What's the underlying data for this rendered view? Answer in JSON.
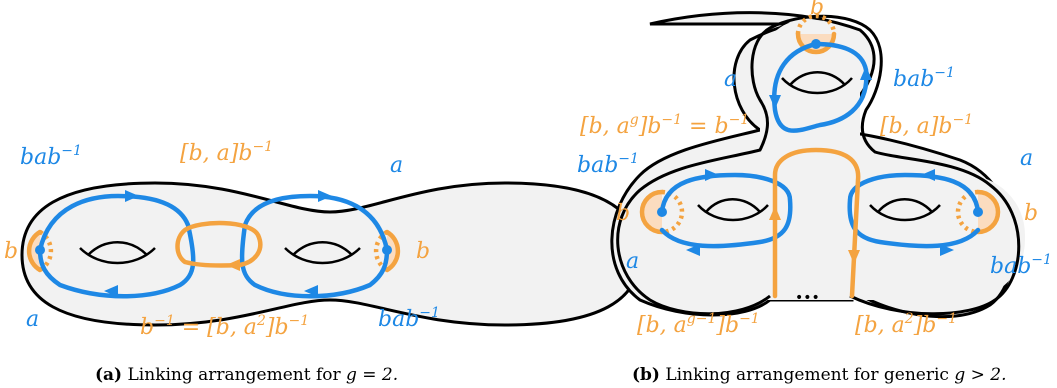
{
  "panel_a": {
    "labels": {
      "bab_top_left": "bab",
      "bab_top_left_exp": "−1",
      "a_top_right": "a",
      "comm_top": "[b, a]b",
      "comm_top_exp": "−1",
      "b_left": "b",
      "b_right": "b",
      "a_bottom_left": "a",
      "bottom_eq_lhs": "b",
      "bottom_eq_lhs_exp": "−1",
      "bottom_eq_rhs": " = [b, a",
      "bottom_eq_rhs_exp": "2",
      "bottom_eq_tail": "]b",
      "bottom_eq_tail_exp": "−1",
      "bab_bottom_right": "bab",
      "bab_bottom_right_exp": "−1"
    },
    "caption_tag": "(a)",
    "caption_text": " Linking arrangement for ",
    "caption_math": "g = 2."
  },
  "panel_b": {
    "labels": {
      "b_top": "b",
      "a_upper_left": "a",
      "bab_upper_right": "bab",
      "bab_upper_right_exp": "−1",
      "comm_g_left": "[b, a",
      "comm_g_left_sup": "g",
      "comm_g_left_tail": "]b",
      "comm_g_left_exp": "−1",
      "comm_g_left_rhs": " = b",
      "comm_g_left_rhs_exp": "−1",
      "comm_right": "[b, a]b",
      "comm_right_exp": "−1",
      "bab_left": "bab",
      "bab_left_exp": "−1",
      "a_right": "a",
      "b_left": "b",
      "b_right": "b",
      "a_lower_left": "a",
      "bab_lower_right": "bab",
      "bab_lower_right_exp": "−1",
      "comm_gm1": "[b, a",
      "comm_gm1_sup": "g−1",
      "comm_gm1_tail": "]b",
      "comm_gm1_exp": "−1",
      "dots": "•••",
      "comm_a2": "[b, a",
      "comm_a2_sup": "2",
      "comm_a2_tail": "]b",
      "comm_a2_exp": "−1"
    },
    "caption_tag": "(b)",
    "caption_text": " Linking arrangement for generic ",
    "caption_math": "g > 2."
  },
  "colors": {
    "blue": "#1E88E5",
    "orange": "#F4A340",
    "surface": "#f2f2f2"
  }
}
